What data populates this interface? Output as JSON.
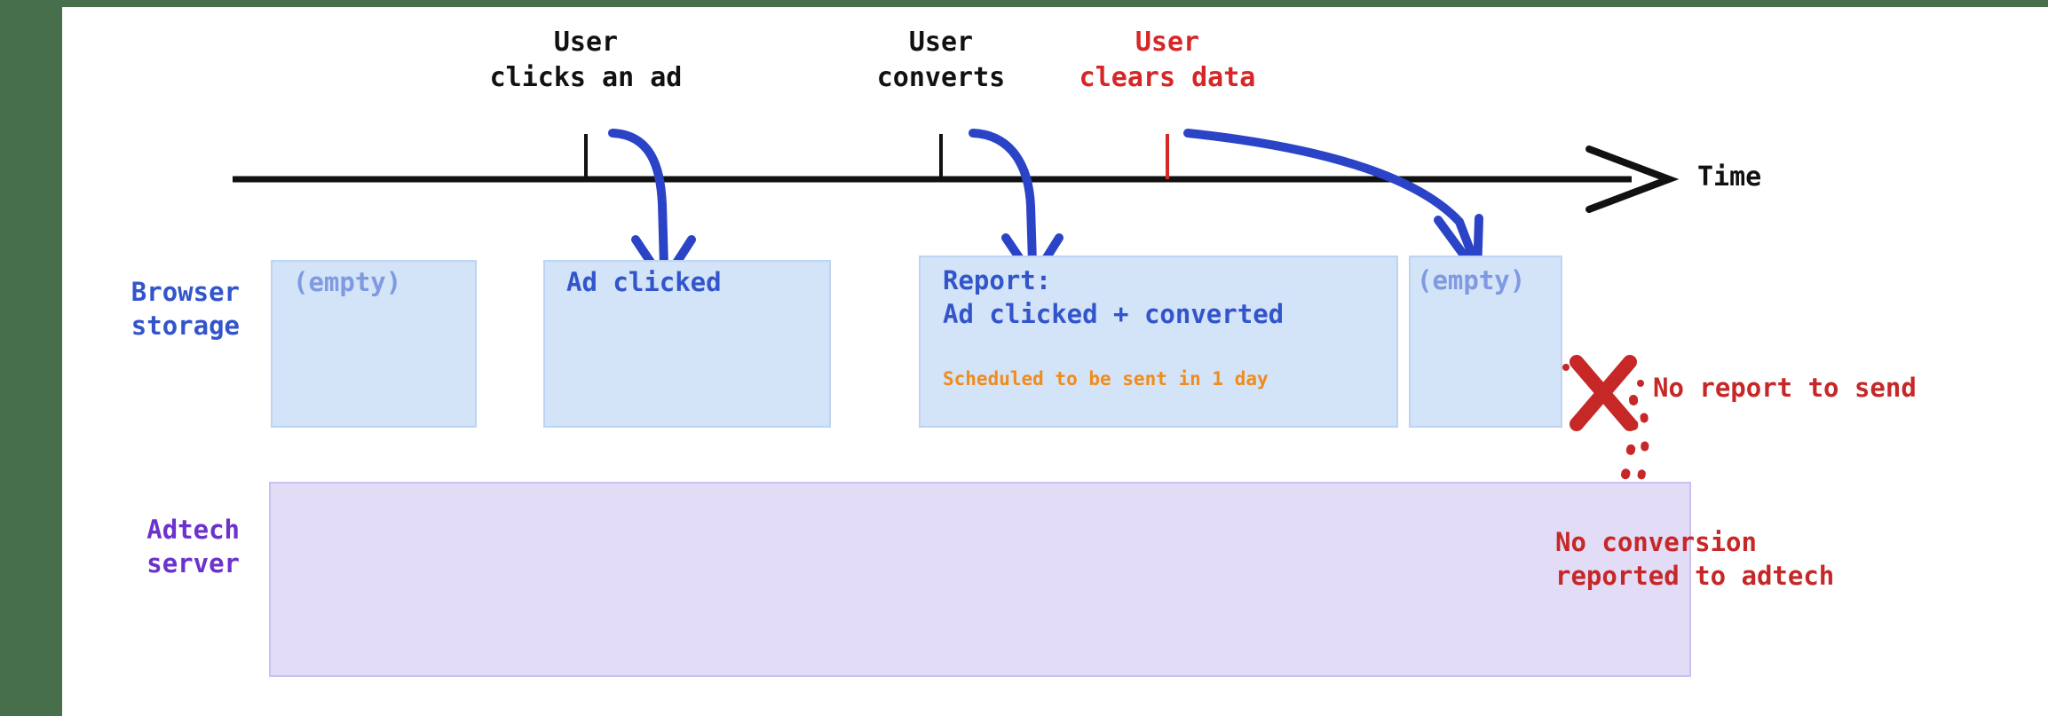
{
  "diagram": {
    "timeline": {
      "axis_label": "Time",
      "events": [
        {
          "label": "User\nclicks an ad",
          "color": "#111111",
          "tick_x": 660
        },
        {
          "label": "User\nconverts",
          "color": "#111111",
          "tick_x": 1060
        },
        {
          "label": "User\nclears data",
          "color": "#d62728",
          "tick_x": 1315
        }
      ]
    },
    "rows": [
      {
        "name": "browser-storage",
        "label": "Browser\nstorage",
        "color": "#3355cc"
      },
      {
        "name": "adtech-server",
        "label": "Adtech\nserver",
        "color": "#6b33cc"
      }
    ],
    "browser_storage_boxes": [
      {
        "state": "empty",
        "text": "(empty)",
        "note": ""
      },
      {
        "state": "filled",
        "text": "Ad clicked",
        "note": ""
      },
      {
        "state": "filled",
        "text": "Report:\nAd clicked + converted",
        "note": "Scheduled to be sent in 1 day"
      },
      {
        "state": "empty",
        "text": "(empty)",
        "note": ""
      }
    ],
    "annotations": [
      {
        "name": "no-report-to-send",
        "text": "No report to send",
        "color": "#c62828"
      },
      {
        "name": "no-conversion-reported",
        "text": "No conversion\nreported to adtech",
        "color": "#c62828"
      }
    ],
    "icons": {
      "cross_mark": "x-mark-icon",
      "dotted_trail": "dotted-trail-icon",
      "time_arrow": "arrow-right-icon"
    },
    "colors": {
      "accent_blue": "#3355cc",
      "box_fill_blue": "#d3e3f8",
      "box_border_blue": "#bdd4f2",
      "accent_purple": "#6b33cc",
      "box_fill_purple": "#e2dcf7",
      "box_border_purple": "#cbc0ef",
      "warning_orange": "#ef8c1c",
      "error_red": "#c62828",
      "event_red": "#d62728",
      "band_green": "#476f4b"
    }
  }
}
